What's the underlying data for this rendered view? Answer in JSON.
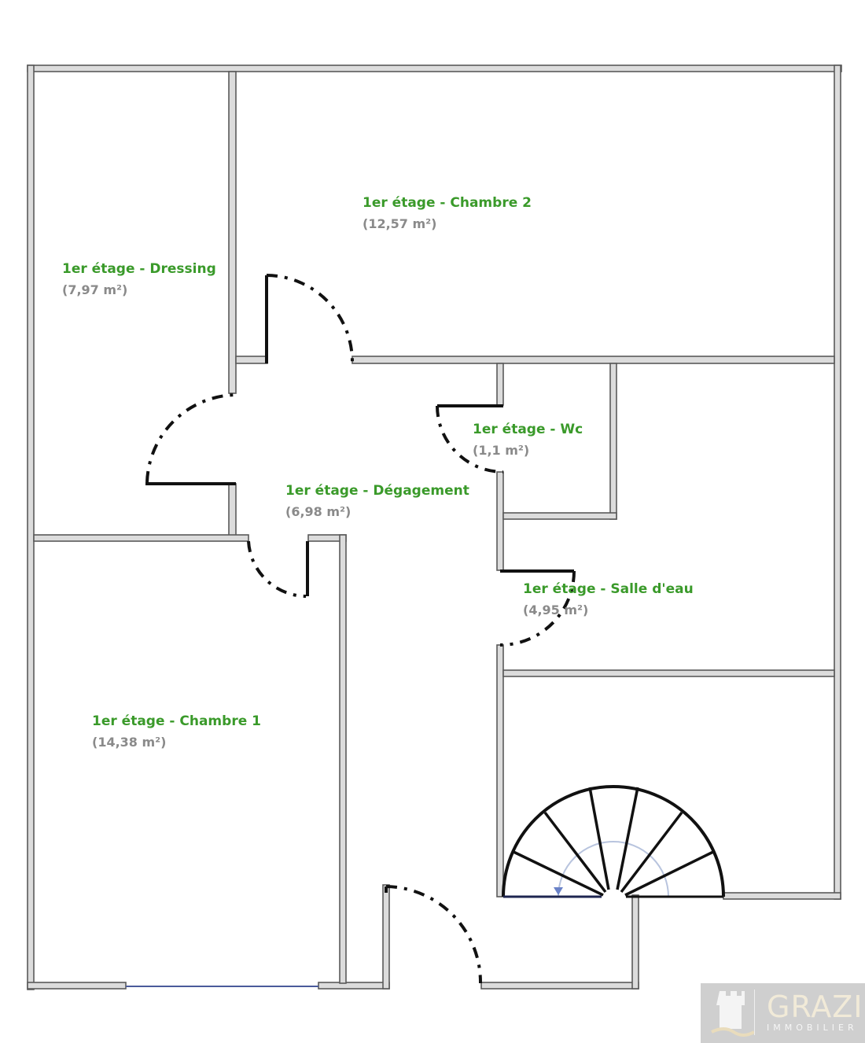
{
  "rooms": [
    {
      "name": "1er étage - Chambre 2",
      "area": "(12,57 m²)"
    },
    {
      "name": "1er étage - Dressing",
      "area": "(7,97 m²)"
    },
    {
      "name": "1er étage - Wc",
      "area": "(1,1 m²)"
    },
    {
      "name": "1er étage - Dégagement",
      "area": "(6,98 m²)"
    },
    {
      "name": "1er étage - Salle d'eau",
      "area": "(4,95 m²)"
    },
    {
      "name": "1er étage - Chambre 1",
      "area": "(14,38 m²)"
    }
  ],
  "logo": {
    "brand": "GRAZI",
    "subtitle": "IMMOBILIER"
  },
  "colors": {
    "room_label": "#3a9a2a",
    "area_label": "#8a8a8a",
    "wall": "#dcdcdc"
  }
}
